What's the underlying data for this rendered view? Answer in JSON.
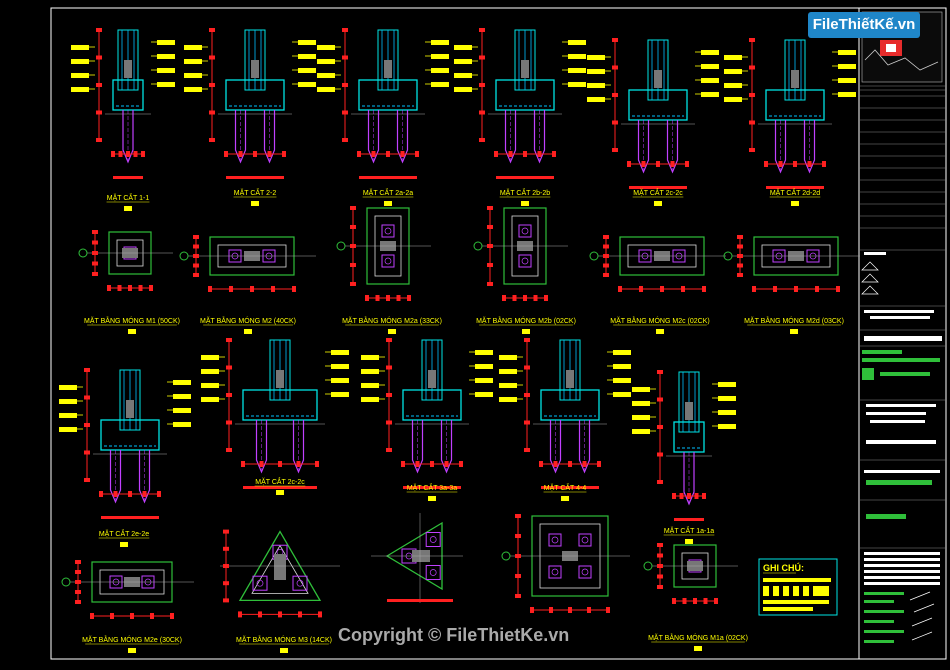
{
  "watermark": {
    "logo_text": "FileThiếtKế.vn",
    "copyright": "Copyright © FileThietKe.vn"
  },
  "sections": [
    "MẶT CẮT 1-1",
    "MẶT CẮT 2-2",
    "MẶT CẮT 2a-2a",
    "MẶT CẮT 2b-2b",
    "MẶT CẮT 2c-2c",
    "MẶT CẮT 2d-2d",
    "MẶT CẮT 2e-2e",
    "MẶT CẮT 2c-2c",
    "MẶT CẮT 3a-3a",
    "MẶT CẮT 4-4",
    "MẶT CẮT 1a-1a"
  ],
  "plans": [
    "MẶT BẰNG MÓNG M1 (50CK)",
    "MẶT BẰNG MÓNG M2 (40CK)",
    "MẶT BẰNG MÓNG M2a (33CK)",
    "MẶT BẰNG MÓNG M2b (02CK)",
    "MẶT BẰNG MÓNG M2c (02CK)",
    "MẶT BẰNG MÓNG M2d (03CK)",
    "MẶT BẰNG MÓNG M2e (30CK)",
    "MẶT BẰNG MÓNG M3 (14CK)",
    "MẶT BẰNG MÓNG M1a (02CK)"
  ],
  "notes": {
    "title": "GHI CHÚ:"
  },
  "colors": {
    "background": "#000000",
    "frame": "#ffffff",
    "section_outline": "#00e5e5",
    "pile": "#c040ff",
    "dim": "#ff2020",
    "tag": "#ffff00",
    "plan_border": "#2fbf3a",
    "rebar": "#00c0ff"
  }
}
